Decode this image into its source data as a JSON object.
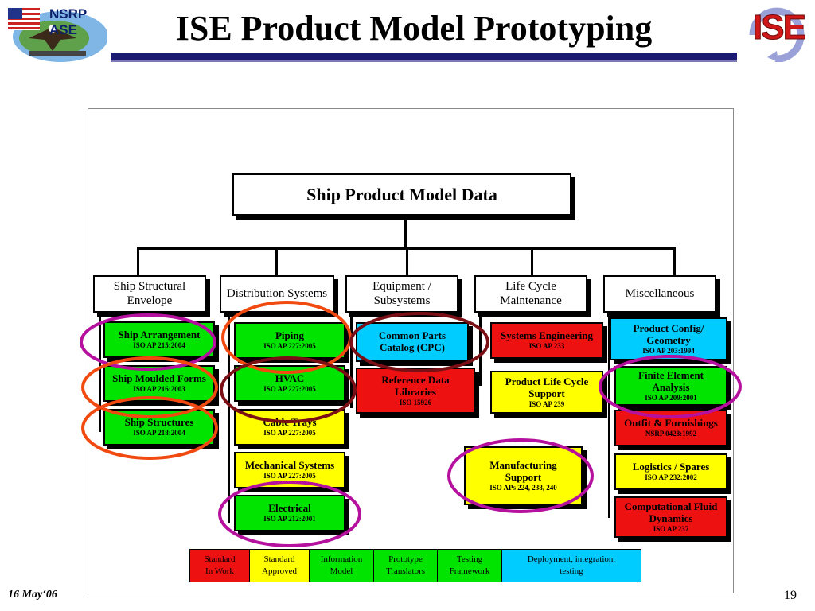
{
  "slide": {
    "title": "ISE Product Model Prototyping",
    "date": "16 May‘06",
    "page_number": "19",
    "left_logo_text": "NSRP ASE",
    "right_logo_text": "ISE"
  },
  "diagram": {
    "root": "Ship Product Model Data",
    "columns": [
      {
        "header": "Ship Structural Envelope",
        "items": [
          {
            "name": "Ship Arrangement",
            "std": "ISO AP 215:2004"
          },
          {
            "name": "Ship Moulded Forms",
            "std": "ISO AP 216:2003"
          },
          {
            "name": "Ship Structures",
            "std": "ISO AP 218:2004"
          }
        ]
      },
      {
        "header": "Distribution Systems",
        "items": [
          {
            "name": "Piping",
            "std": "ISO AP 227:2005"
          },
          {
            "name": "HVAC",
            "std": "ISO AP 227:2005"
          },
          {
            "name": "Cable Trays",
            "std": "ISO AP 227:2005"
          },
          {
            "name": "Mechanical Systems",
            "std": "ISO AP 227:2005"
          },
          {
            "name": "Electrical",
            "std": "ISO AP 212:2001"
          }
        ]
      },
      {
        "header": "Equipment / Subsystems",
        "items": [
          {
            "name": "Common Parts Catalog (CPC)",
            "std": ""
          },
          {
            "name": "Reference Data Libraries",
            "std": "ISO 15926"
          }
        ]
      },
      {
        "header": "Life Cycle Maintenance",
        "items": [
          {
            "name": "Systems Engineering",
            "std": "ISO AP 233"
          },
          {
            "name": "Product Life Cycle Support",
            "std": "ISO AP 239"
          },
          {
            "name": "Manufacturing Support",
            "std": "ISO APs 224, 238, 240"
          }
        ]
      },
      {
        "header": "Miscellaneous",
        "items": [
          {
            "name": "Product Config/ Geometry",
            "std": "ISO AP 203:1994"
          },
          {
            "name": "Finite Element Analysis",
            "std": "ISO AP 209:2001"
          },
          {
            "name": "Outfit & Furnishings",
            "std": "NSRP 0428:1992"
          },
          {
            "name": "Logistics / Spares",
            "std": "ISO AP 232:2002"
          },
          {
            "name": "Computational Fluid Dynamics",
            "std": "ISO AP 237"
          }
        ]
      }
    ],
    "legend": [
      {
        "label": "Standard In Work",
        "color": "#ee1111"
      },
      {
        "label": "Standard Approved",
        "color": "#ffff00"
      },
      {
        "label": "Information Model",
        "color": "#00e400"
      },
      {
        "label": "Prototype Translators",
        "color": "#00e400"
      },
      {
        "label": "Testing Framework",
        "color": "#00e400"
      },
      {
        "label": "Deployment, integration, testing",
        "color": "#00ccff"
      }
    ]
  },
  "colors": {
    "title_rule": "#1a1a72",
    "highlight_magenta": "#b5109e",
    "highlight_orange": "#f04a10",
    "highlight_darkred": "#7a0f16"
  }
}
